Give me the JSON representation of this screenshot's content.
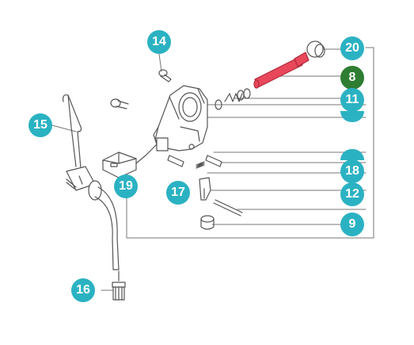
{
  "diagram": {
    "colors": {
      "badge_teal": "#2bb2c2",
      "badge_green": "#2e7d32",
      "highlight_part": "#e8485a",
      "line": "#555555"
    },
    "callouts": [
      {
        "id": "14",
        "label": "14",
        "color": "#2bb2c2"
      },
      {
        "id": "15",
        "label": "15",
        "color": "#2bb2c2"
      },
      {
        "id": "20",
        "label": "20",
        "color": "#2bb2c2"
      },
      {
        "id": "8",
        "label": "8",
        "color": "#2e7d32"
      },
      {
        "id": "11",
        "label": "11",
        "color": "#2bb2c2"
      },
      {
        "id": "18",
        "label": "18",
        "color": "#2bb2c2"
      },
      {
        "id": "12",
        "label": "12",
        "color": "#2bb2c2"
      },
      {
        "id": "19",
        "label": "19",
        "color": "#2bb2c2"
      },
      {
        "id": "17",
        "label": "17",
        "color": "#2bb2c2"
      },
      {
        "id": "9",
        "label": "9",
        "color": "#2bb2c2"
      },
      {
        "id": "16",
        "label": "16",
        "color": "#2bb2c2"
      }
    ]
  }
}
